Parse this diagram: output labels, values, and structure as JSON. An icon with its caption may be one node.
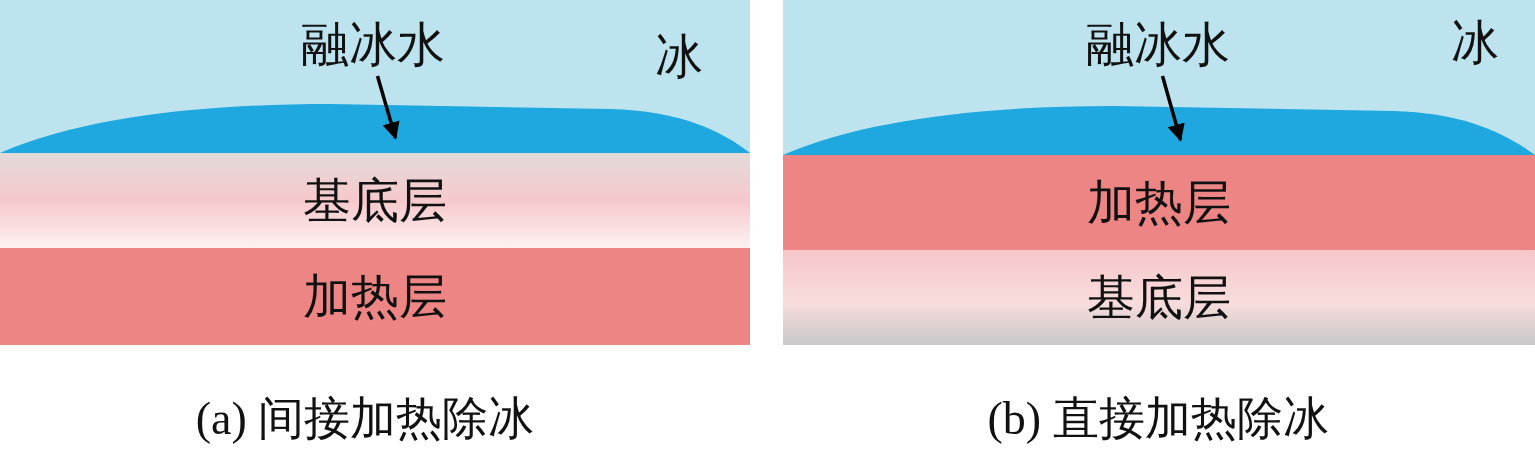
{
  "diagram": {
    "nodes": [
      {
        "text": [
          "冰"
        ]
      },
      {
        "text": [
          "融冰水"
        ],
        "in": 0
      },
      {
        "text": [],
        "shape": "dome",
        "in": 0
      },
      {
        "text": [
          "基底层"
        ]
      },
      {
        "text": [
          "加热层"
        ]
      },
      {
        "text": [
          "冰"
        ]
      },
      {
        "text": [
          "融冰水"
        ],
        "in": 5
      },
      {
        "text": [],
        "shape": "dome",
        "in": 5
      },
      {
        "text": [
          "加热层"
        ]
      },
      {
        "text": [
          "基底层"
        ]
      }
    ],
    "edges": [
      {
        "from": 1,
        "to": 2,
        "arrow": "to"
      },
      {
        "from": 6,
        "to": 7,
        "arrow": "to"
      }
    ],
    "labels": [
      "(a) 间接加热除冰",
      "(b) 直接加热除冰"
    ]
  }
}
